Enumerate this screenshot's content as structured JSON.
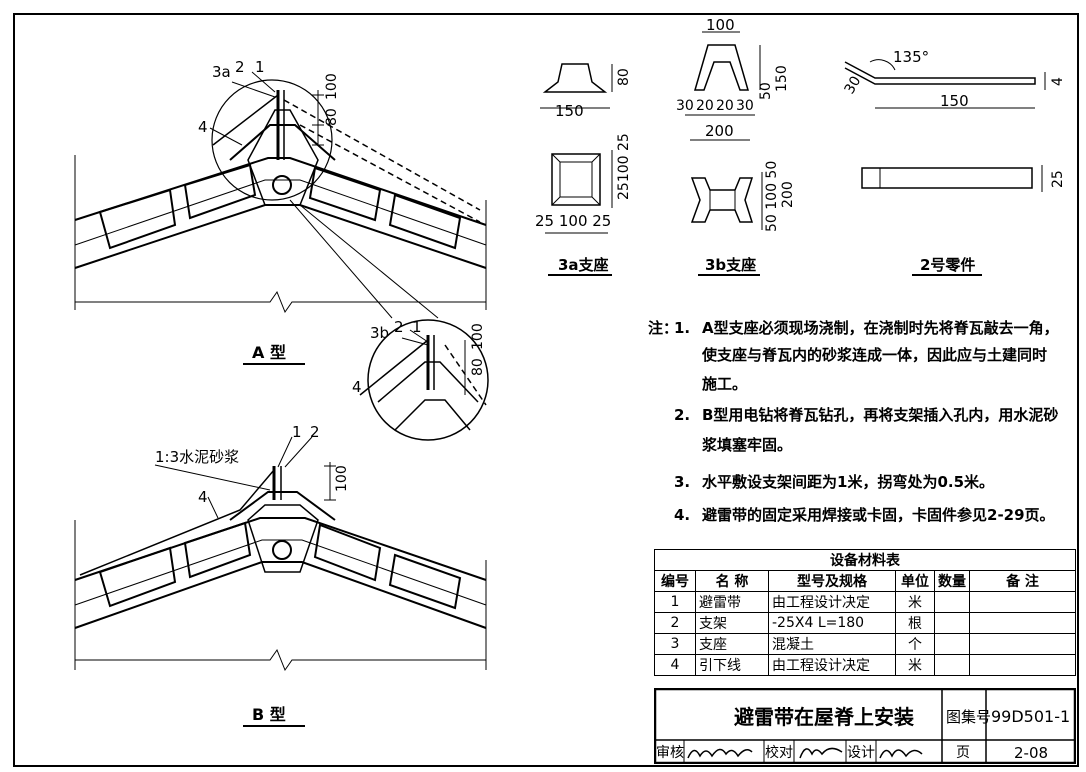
{
  "views": {
    "type_a": "A  型",
    "type_b": "B  型",
    "mortar_label": "1:3水泥砂浆",
    "callouts": {
      "c1": "1",
      "c2": "2",
      "c3a": "3a",
      "c3b": "3b",
      "c4": "4"
    },
    "dims": {
      "d80": "80",
      "d100": "100"
    }
  },
  "parts": {
    "p3a": {
      "caption": "3a支座",
      "d150": "150",
      "d80": "80",
      "d100": "100",
      "d50": "50",
      "d30a": "30",
      "d20a": "20",
      "d20b": "20",
      "d30b": "30",
      "d200": "200",
      "side": "25100 25",
      "bottom": "25  100 25"
    },
    "p3b": {
      "caption": "3b支座",
      "side": "50 100 50",
      "d200": "200"
    },
    "p2": {
      "caption": "2号零件",
      "angle": "135°",
      "d30": "30",
      "d150": "150",
      "d4": "4",
      "d25": "25"
    }
  },
  "notes": {
    "prefix": "注：",
    "items": [
      {
        "num": "1.",
        "lines": [
          "A型支座必须现场浇制，在浇制时先将脊瓦敲去一角，",
          "使支座与脊瓦内的砂浆连成一体，因此应与土建同时",
          "施工。"
        ]
      },
      {
        "num": "2.",
        "lines": [
          "B型用电钻将脊瓦钻孔，再将支架插入孔内，用水泥砂",
          "浆填塞牢固。"
        ]
      },
      {
        "num": "3.",
        "lines": [
          "水平敷设支架间距为1米，拐弯处为0.5米。"
        ]
      },
      {
        "num": "4.",
        "lines": [
          "避雷带的固定采用焊接或卡固，卡固件参见2-29页。"
        ]
      }
    ]
  },
  "material_table": {
    "title": "设备材料表",
    "headers": [
      "编号",
      "名  称",
      "型号及规格",
      "单位",
      "数量",
      "备  注"
    ],
    "rows": [
      [
        "1",
        "避雷带",
        "由工程设计决定",
        "米",
        "",
        ""
      ],
      [
        "2",
        "支架",
        "-25X4  L=180",
        "根",
        "",
        ""
      ],
      [
        "3",
        "支座",
        "混凝土",
        "个",
        "",
        ""
      ],
      [
        "4",
        "引下线",
        "由工程设计决定",
        "米",
        "",
        ""
      ]
    ]
  },
  "title_block": {
    "title": "避雷带在屋脊上安装",
    "atlas_label": "图集号",
    "atlas_no": "99D501-1",
    "review_label": "审核",
    "check_label": "校对",
    "design_label": "设计",
    "page_label": "页",
    "page_no": "2-08"
  }
}
